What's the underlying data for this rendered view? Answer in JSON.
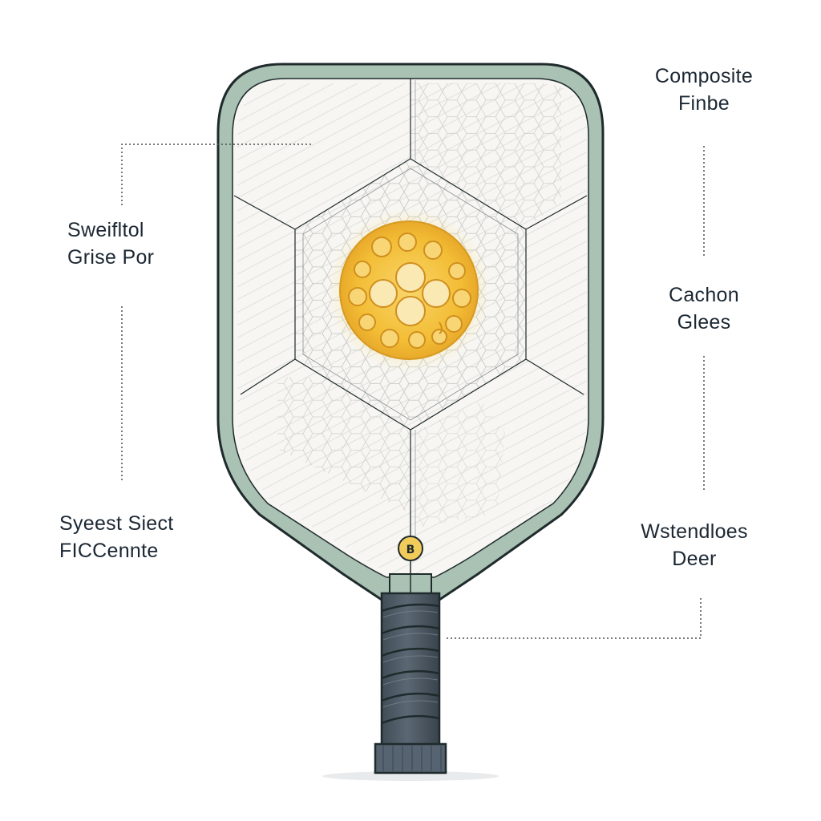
{
  "labels": {
    "left_top": {
      "line1": "Sweifltol",
      "line2": "Grise Por"
    },
    "left_bottom": {
      "line1": "Syeest Siect",
      "line2": "FICCennte"
    },
    "right_top": {
      "line1": "Composite",
      "line2": "Finbe"
    },
    "right_middle": {
      "line1": "Cachon",
      "line2": "Glees"
    },
    "right_bottom": {
      "line1": "Wstendloes",
      "line2": "Deer"
    }
  },
  "paddle": {
    "logo_text": "B",
    "icon": "pickleball-paddle-icon"
  },
  "colors": {
    "edge_guard": "#a9c2b4",
    "edge_outline": "#1f2a2c",
    "face": "#f7f6f2",
    "core_hexagon_lines": "#c9c9c6",
    "sweet_spot_outer": "#f0b42a",
    "sweet_spot_inner": "#f7d26a",
    "grip": "#4d5862",
    "grip_dark": "#2f3a44",
    "leader_lines": "#4a4f55",
    "text": "#1b2733"
  }
}
